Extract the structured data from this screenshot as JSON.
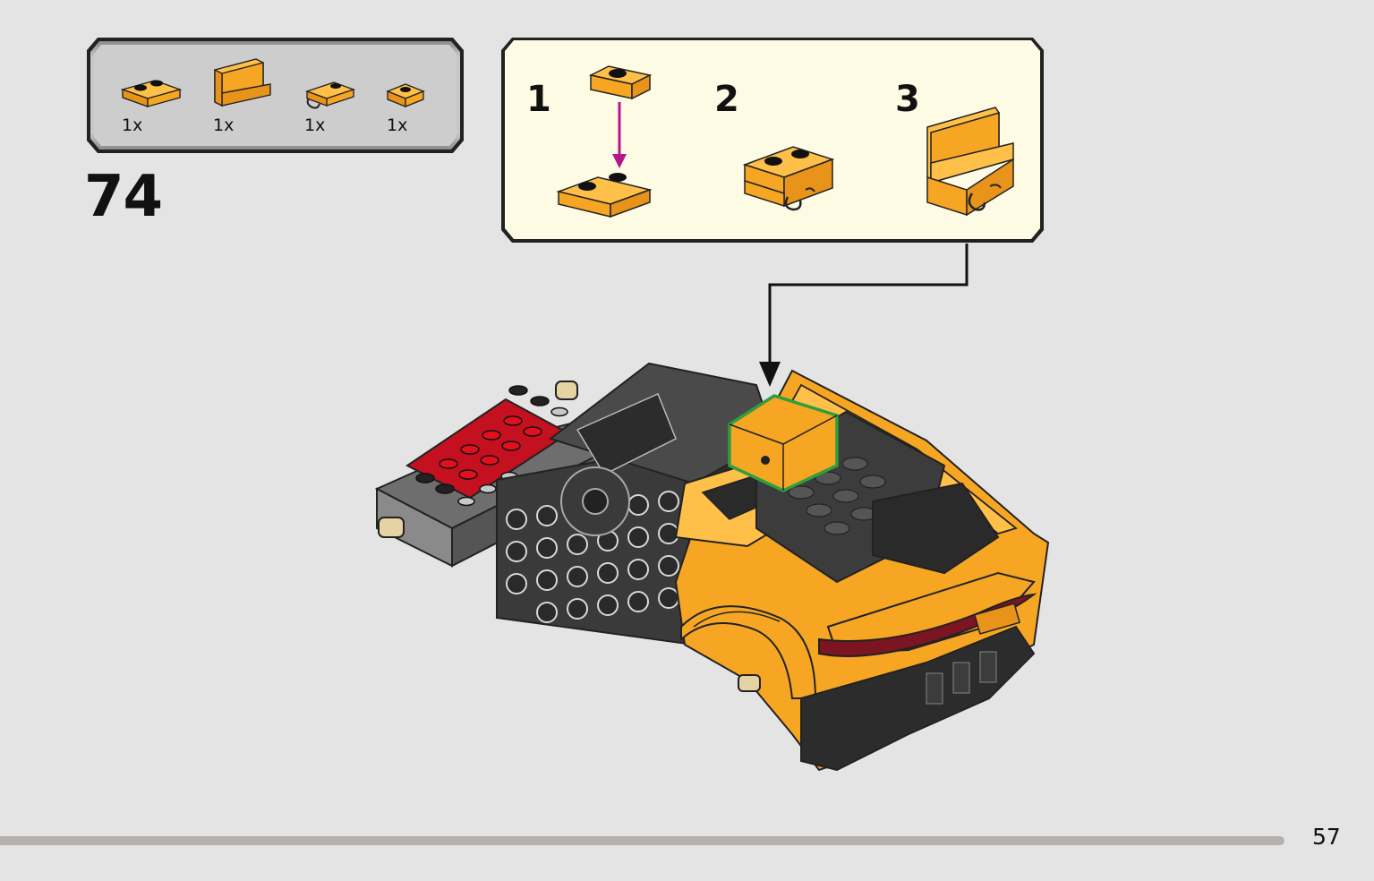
{
  "parts_list": {
    "items": [
      {
        "qty": "1x",
        "part": "plate-1x2-icon",
        "color": "#f6a623"
      },
      {
        "qty": "1x",
        "part": "panel-1x2x1-icon",
        "color": "#f6a623"
      },
      {
        "qty": "1x",
        "part": "plate-clip-icon",
        "color": "#f6a623"
      },
      {
        "qty": "1x",
        "part": "plate-1x1-icon",
        "color": "#f6a623"
      }
    ]
  },
  "step": {
    "number": "74"
  },
  "sub_assembly": {
    "steps": [
      {
        "number": "1"
      },
      {
        "number": "2"
      },
      {
        "number": "3"
      }
    ],
    "background": "#fdfbe3",
    "arrow_color": "#b5168c"
  },
  "page": {
    "number": "57"
  },
  "colors": {
    "brick_orange": "#f6a623",
    "brick_dark": "#3a3a3a",
    "brick_red": "#d0021b",
    "page_bg": "#e4e4e4",
    "highlight": "#2e9e3e"
  }
}
